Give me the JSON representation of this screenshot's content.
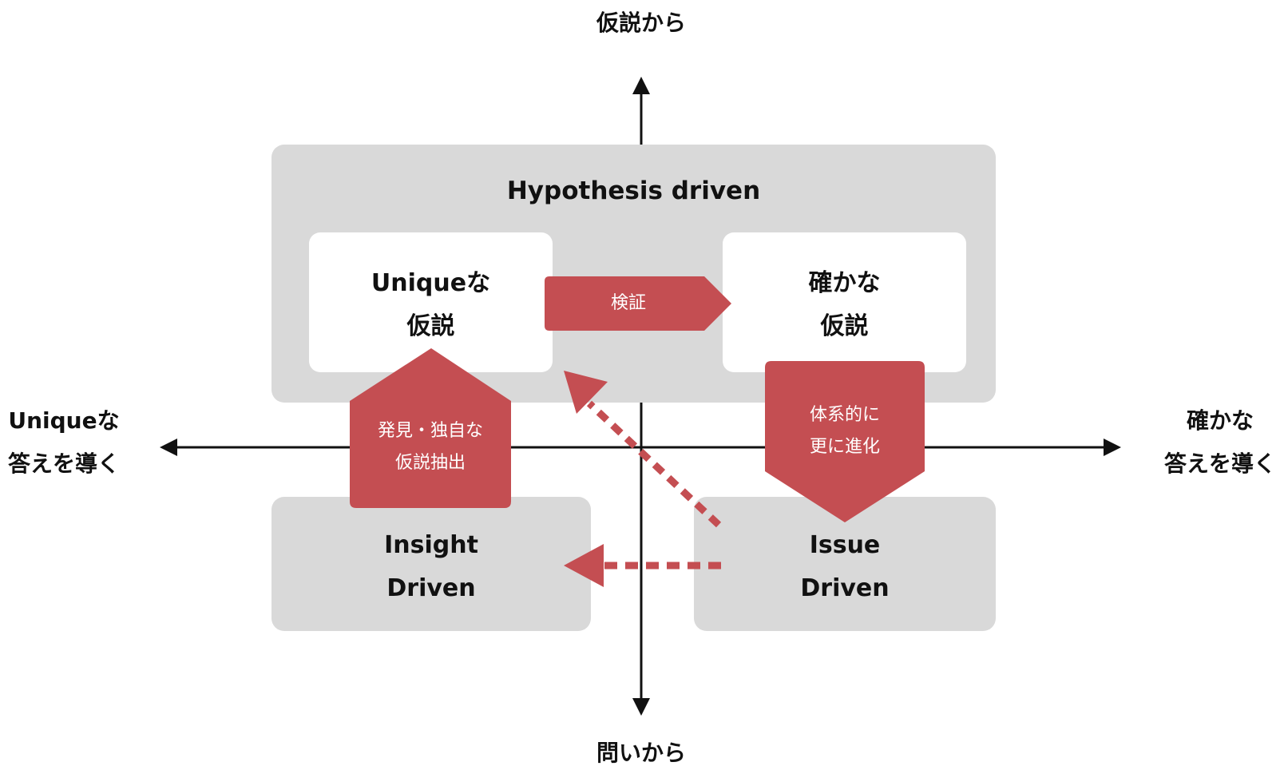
{
  "axes": {
    "top": "仮説から",
    "bottom": "問いから",
    "left": [
      "Uniqueな",
      "答えを導く"
    ],
    "right": [
      "確かな",
      "答えを導く"
    ]
  },
  "boxes": {
    "hypothesis": "Hypothesis driven",
    "unique": [
      "Uniqueな",
      "仮説"
    ],
    "certain": [
      "確かな",
      "仮説"
    ],
    "insight": [
      "Insight",
      "Driven"
    ],
    "issue": [
      "Issue",
      "Driven"
    ]
  },
  "arrows": {
    "verify": "検証",
    "discover": [
      "発見・独自な",
      "仮説抽出"
    ],
    "systematic": [
      "体系的に",
      "更に進化"
    ]
  },
  "colors": {
    "accent": "#c44e52",
    "panel": "#d9d9d9",
    "card": "#ffffff",
    "axis": "#111111"
  }
}
